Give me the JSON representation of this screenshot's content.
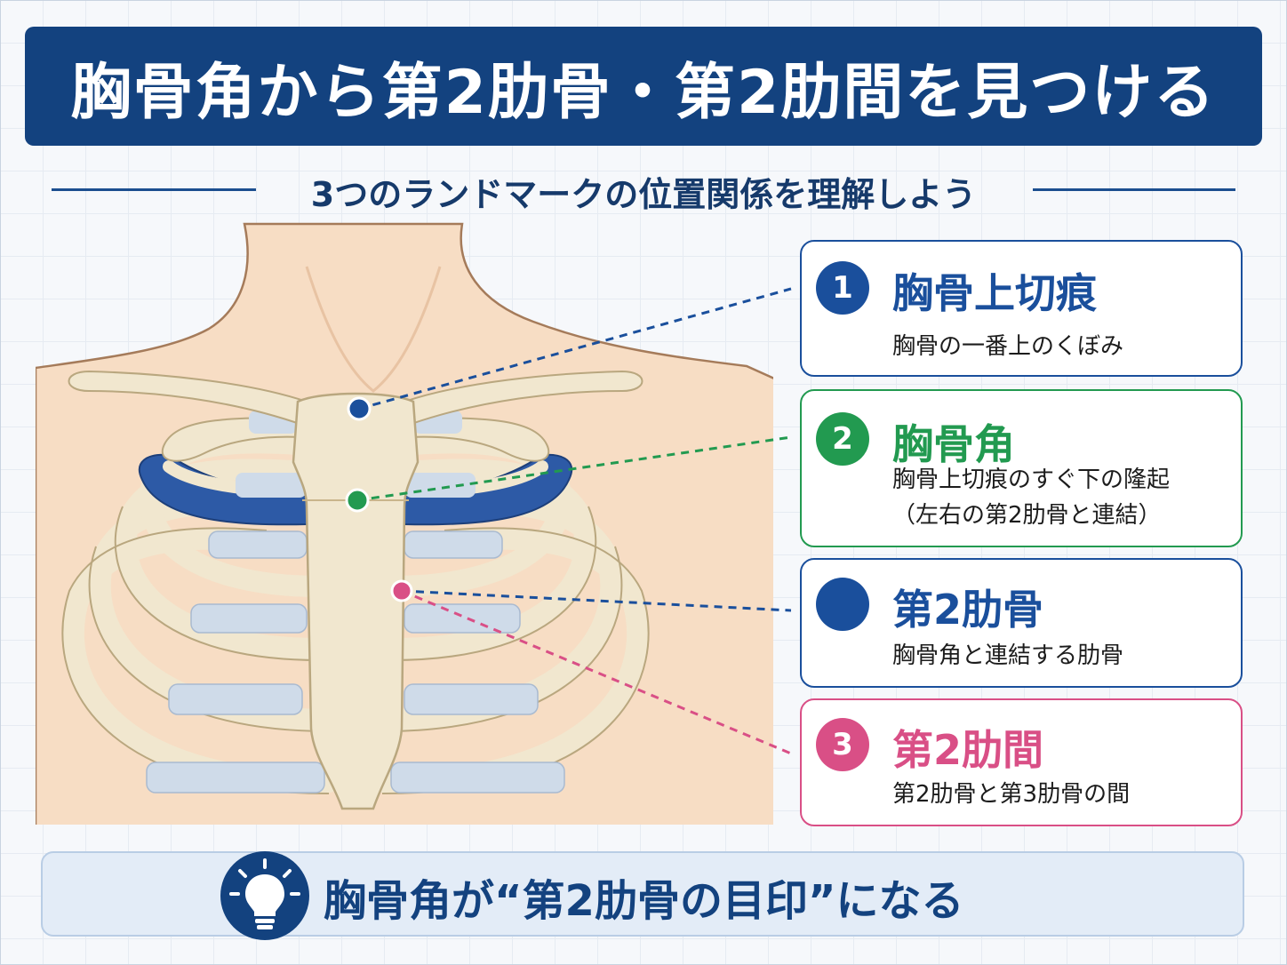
{
  "title": "胸骨角から第2肋骨・第2肋間を見つける",
  "subtitle": "3つのランドマークの位置関係を理解しよう",
  "colors": {
    "navy": "#13427f",
    "blue": "#1a4f9c",
    "green": "#229a50",
    "pink": "#d94f86",
    "bone": "#f1e7cf",
    "cartilage": "#cfdbe9",
    "skin": "#f7ddc4"
  },
  "cards": [
    {
      "number": "1",
      "title": "胸骨上切痕",
      "desc": [
        "胸骨の一番上のくぼみ"
      ]
    },
    {
      "number": "2",
      "title": "胸骨角",
      "desc": [
        "胸骨上切痕のすぐ下の隆起",
        "（左右の第2肋骨と連結）"
      ]
    },
    {
      "number": "",
      "title": "第2肋骨",
      "desc": [
        "胸骨角と連結する肋骨"
      ]
    },
    {
      "number": "3",
      "title": "第2肋間",
      "desc": [
        "第2肋骨と第3肋骨の間"
      ]
    }
  ],
  "footer": {
    "icon": "lightbulb-icon",
    "text": "胸骨角が“第2肋骨の目印”になる"
  }
}
